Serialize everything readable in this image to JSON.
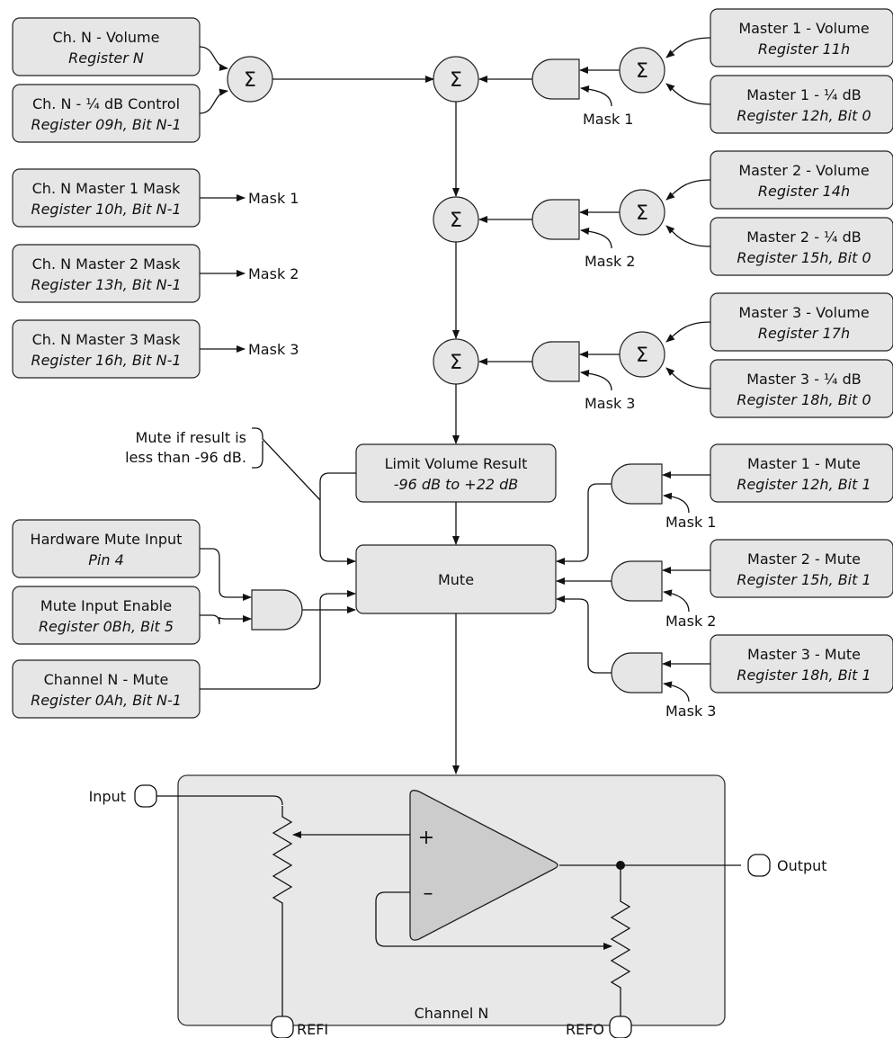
{
  "boxes": {
    "ch_volume": {
      "line1": "Ch. N - Volume",
      "line2": "Register N"
    },
    "ch_quarter_db": {
      "line1": "Ch. N - ¼ dB Control",
      "line2": "Register 09h, Bit N-1"
    },
    "ch_master1_mask": {
      "line1": "Ch. N Master 1 Mask",
      "line2": "Register 10h, Bit N-1"
    },
    "ch_master2_mask": {
      "line1": "Ch. N Master 2 Mask",
      "line2": "Register 13h, Bit N-1"
    },
    "ch_master3_mask": {
      "line1": "Ch. N Master 3 Mask",
      "line2": "Register 16h, Bit N-1"
    },
    "master1_volume": {
      "line1": "Master 1 - Volume",
      "line2": "Register 11h"
    },
    "master1_quarter_db": {
      "line1": "Master 1 - ¼ dB",
      "line2": "Register 12h, Bit 0"
    },
    "master2_volume": {
      "line1": "Master 2 - Volume",
      "line2": "Register 14h"
    },
    "master2_quarter_db": {
      "line1": "Master 2 - ¼ dB",
      "line2": "Register 15h, Bit 0"
    },
    "master3_volume": {
      "line1": "Master 3 - Volume",
      "line2": "Register 17h"
    },
    "master3_quarter_db": {
      "line1": "Master 3 - ¼ dB",
      "line2": "Register 18h, Bit 0"
    },
    "limit_volume": {
      "line1": "Limit Volume Result",
      "line2": "-96 dB to +22 dB"
    },
    "hw_mute_input": {
      "line1": "Hardware Mute Input",
      "line2": "Pin 4"
    },
    "mute_input_enable": {
      "line1": "Mute Input Enable",
      "line2": "Register 0Bh, Bit 5"
    },
    "channel_mute": {
      "line1": "Channel N - Mute",
      "line2": "Register 0Ah, Bit N-1"
    },
    "master1_mute": {
      "line1": "Master 1 - Mute",
      "line2": "Register 12h, Bit 1"
    },
    "master2_mute": {
      "line1": "Master 2 - Mute",
      "line2": "Register 15h, Bit 1"
    },
    "master3_mute": {
      "line1": "Master 3 - Mute",
      "line2": "Register 18h, Bit 1"
    },
    "mute": {
      "line1": "Mute"
    }
  },
  "labels": {
    "mask1": "Mask 1",
    "mask2": "Mask 2",
    "mask3": "Mask 3",
    "summation_symbol": "Σ",
    "note_line1": "Mute if result is",
    "note_line2": "less than -96 dB.",
    "input": "Input",
    "output": "Output",
    "refi": "REFI",
    "refo": "REFO",
    "channel": "Channel N",
    "plus": "+",
    "minus": "–"
  }
}
